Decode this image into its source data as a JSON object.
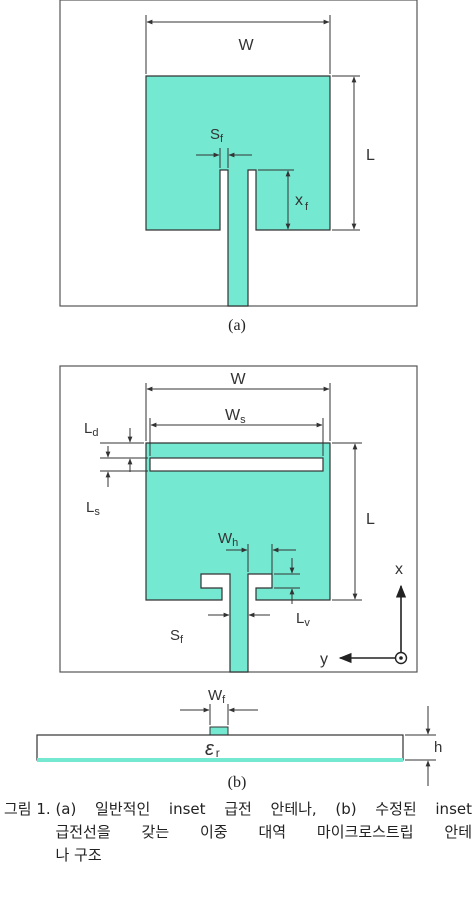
{
  "colors": {
    "patch": "#74e8d1",
    "stroke": "#333333",
    "frame": "#555555"
  },
  "figure_a": {
    "label": "(a)",
    "dims": {
      "W": "W",
      "L": "L",
      "S": "S",
      "S_sub": "f",
      "x": "x",
      "x_sub": "f"
    }
  },
  "figure_b": {
    "label": "(b)",
    "dims": {
      "W": "W",
      "Ws": "W",
      "Ws_sub": "s",
      "Ld": "L",
      "Ld_sub": "d",
      "Ls": "L",
      "Ls_sub": "s",
      "L": "L",
      "Wh": "W",
      "Wh_sub": "h",
      "Lv": "L",
      "Lv_sub": "v",
      "Sf": "S",
      "Sf_sub": "f",
      "x_axis": "x",
      "y_axis": "y"
    },
    "side_view": {
      "Wf": "W",
      "Wf_sub": "f",
      "er": "ε",
      "er_sub": "r",
      "h": "h"
    }
  },
  "caption": {
    "number": "그림 1. ",
    "line1": "(a) 일반적인 inset 급전 안테나, (b) 수정된 inset",
    "line2": "급전선을 갖는 이중 대역 마이크로스트립 안테",
    "line3": "나 구조"
  }
}
